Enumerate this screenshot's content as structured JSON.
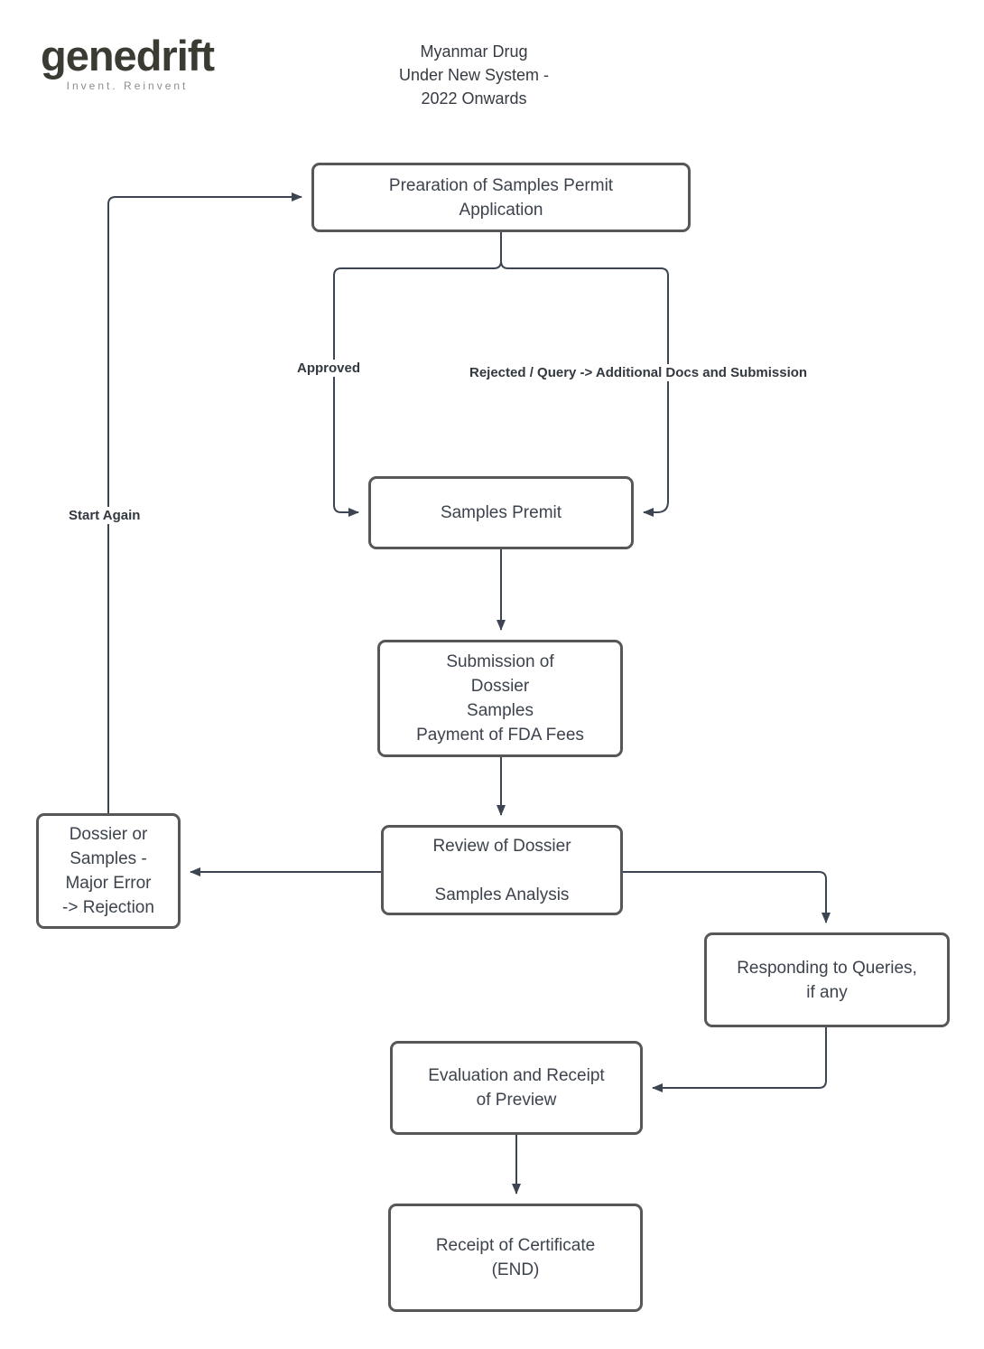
{
  "logo": {
    "name": "genedrift",
    "tagline": "Invent. Reinvent"
  },
  "title": "Myanmar Drug\nUnder New System -\n2022 Onwards",
  "nodes": {
    "preparation": {
      "label": "Prearation of Samples Permit\nApplication"
    },
    "samples_permit": {
      "label": "Samples Premit"
    },
    "submission": {
      "label": "Submission of\nDossier\nSamples\nPayment of FDA Fees"
    },
    "review": {
      "label": "Review of Dossier\n\nSamples Analysis"
    },
    "rejection": {
      "label": "Dossier or\nSamples -\nMajor Error\n-> Rejection"
    },
    "responding": {
      "label": "Responding to Queries,\nif any"
    },
    "evaluation": {
      "label": "Evaluation and Receipt\nof Preview"
    },
    "receipt": {
      "label": "Receipt of Certificate\n(END)"
    }
  },
  "edges": {
    "approved": {
      "label": "Approved"
    },
    "rejected_query": {
      "label": "Rejected / Query -> Additional Docs and Submission"
    },
    "start_again": {
      "label": "Start Again"
    }
  },
  "colors": {
    "background": "#ffffff",
    "box_border": "#575757",
    "box_text": "#3d434d",
    "connector": "#3e4552",
    "label_text": "#32383f",
    "logo_text": "#3b3b33",
    "tagline_text": "#8d8e8e"
  }
}
